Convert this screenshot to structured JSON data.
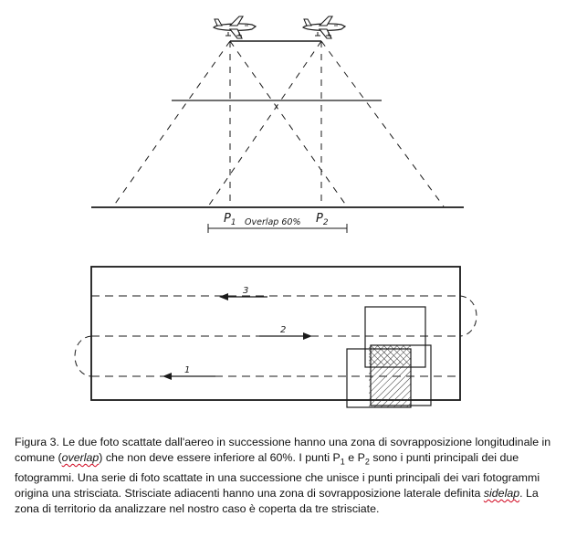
{
  "diagram": {
    "labels": {
      "p1": "P",
      "p1_sub": "1",
      "p2": "P",
      "p2_sub": "2",
      "overlap": "Overlap 60%",
      "strip_3": "3",
      "strip_2": "2",
      "strip_1": "1"
    }
  },
  "caption": {
    "part1": "Figura 3. Le due foto scattate dall'aereo in successione hanno una zona di sovrapposizione longitudinale in comune (",
    "overlap_term": "overlap",
    "part2": ") che non deve essere inferiore al 60%. I punti P",
    "sub1": "1",
    "part3": " e P",
    "sub2": "2",
    "part4": " sono i punti principali dei due fotogrammi. Una serie di foto scattate in una successione che unisce i punti principali dei vari fotogrammi origina una strisciata. Strisciate adiacenti hanno una zona di sovrapposizione laterale definita ",
    "sidelap_term": "sidelap",
    "part5": ". La zona di territorio da analizzare nel nostro caso è coperta da tre strisciate."
  }
}
